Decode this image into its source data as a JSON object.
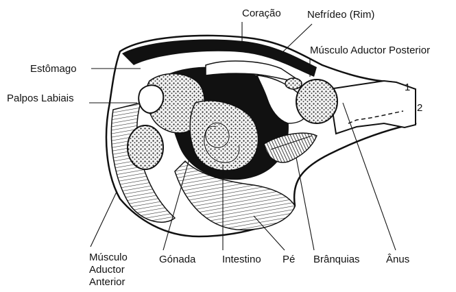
{
  "labels": {
    "coracao": "Coração",
    "nefrideo": "Nefrídeo (Rim)",
    "musculo_posterior": "Músculo Aductor Posterior",
    "estomago": "Estômago",
    "palpos": "Palpos Labiais",
    "num1": "1",
    "num2": "2",
    "musculo_anterior_1": "Músculo",
    "musculo_anterior_2": "Aductor",
    "musculo_anterior_3": "Anterior",
    "gonada": "Gónada",
    "intestino": "Intestino",
    "pe": "Pé",
    "branquias": "Brânquias",
    "anus": "Ânus"
  }
}
